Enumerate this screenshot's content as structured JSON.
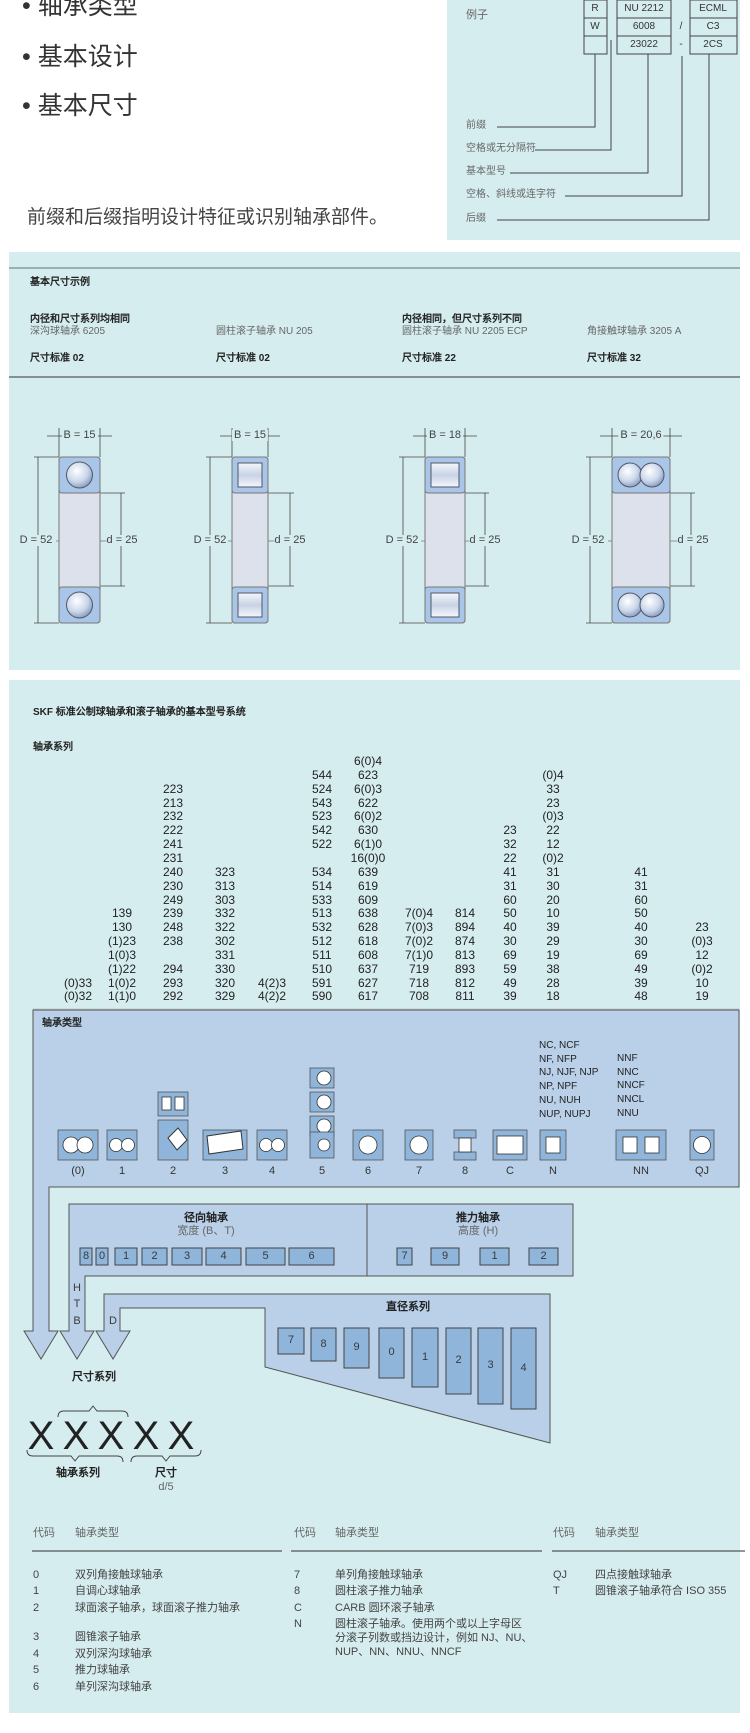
{
  "intro": {
    "bullets": [
      "• 轴承类型",
      "• 基本设计",
      "• 基本尺寸"
    ],
    "description": "前缀和后缀指明设计特征或识别轴承部件。"
  },
  "example": {
    "label": "例子",
    "rows": [
      [
        "R",
        "NU 2212",
        "",
        "ECML"
      ],
      [
        "W",
        "6008",
        "/",
        "C3"
      ],
      [
        "",
        "23022",
        "-",
        "2CS"
      ]
    ],
    "legend": [
      "前缀",
      "空格或无分隔符",
      "基本型号",
      "空格、斜线或连字符",
      "后缀"
    ]
  },
  "dimensions": {
    "title": "基本尺寸示例",
    "groups": [
      {
        "header": "内径和尺寸系列均相同",
        "name": "深沟球轴承 6205",
        "standard": "尺寸标准 02",
        "B": "B = 15",
        "D": "D = 52",
        "d": "d = 25",
        "icon": "deep-groove-ball"
      },
      {
        "header": "",
        "name": "圆柱滚子轴承 NU 205",
        "standard": "尺寸标准 02",
        "B": "B = 15",
        "D": "D = 52",
        "d": "d = 25",
        "icon": "cylindrical-roller"
      },
      {
        "header": "内径相同，但尺寸系列不同",
        "name": "圆柱滚子轴承 NU 2205 ECP",
        "standard": "尺寸标准 22",
        "B": "B = 18",
        "D": "D = 52",
        "d": "d = 25",
        "icon": "cylindrical-roller"
      },
      {
        "header": "",
        "name": "角接触球轴承 3205 A",
        "standard": "尺寸标准 32",
        "B": "B = 20,6",
        "D": "D = 52",
        "d": "d = 25",
        "icon": "double-row-ball"
      }
    ]
  },
  "system": {
    "title": "SKF 标准公制球轴承和滚子轴承的基本型号系统",
    "series_label": "轴承系列",
    "series_columns": [
      {
        "start": 16,
        "codes": [
          "(0)33",
          "(0)32"
        ]
      },
      {
        "start": 11,
        "codes": [
          "139",
          "130",
          "(1)23",
          "1(0)3",
          "(1)22",
          "1(0)2",
          "1(1)0"
        ]
      },
      {
        "start": 2,
        "codes": [
          "223",
          "213",
          "232",
          "222",
          "241",
          "231",
          "240",
          "230",
          "249",
          "239",
          "248",
          "238",
          "",
          "294",
          "293",
          "292"
        ]
      },
      {
        "start": 8,
        "codes": [
          "323",
          "313",
          "303",
          "332",
          "322",
          "302",
          "331",
          "330",
          "320",
          "329"
        ]
      },
      {
        "start": 16,
        "codes": [
          "4(2)3",
          "4(2)2"
        ]
      },
      {
        "start": 1,
        "codes": [
          "544",
          "524",
          "543",
          "523",
          "542",
          "522",
          "",
          "534",
          "514",
          "533",
          "513",
          "532",
          "512",
          "511",
          "510",
          "591",
          "590"
        ]
      },
      {
        "start": 0,
        "codes": [
          "6(0)4",
          "623",
          "6(0)3",
          "622",
          "6(0)2",
          "630",
          "6(1)0",
          "16(0)0",
          "639",
          "619",
          "609",
          "638",
          "628",
          "618",
          "608",
          "637",
          "627",
          "617"
        ]
      },
      {
        "start": 11,
        "codes": [
          "7(0)4",
          "7(0)3",
          "7(0)2",
          "7(1)0",
          "719",
          "718",
          "708"
        ]
      },
      {
        "start": 11,
        "codes": [
          "814",
          "894",
          "874",
          "813",
          "893",
          "812",
          "811"
        ]
      },
      {
        "start": 5,
        "codes": [
          "23",
          "32",
          "22",
          "41",
          "31",
          "60",
          "50",
          "40",
          "30",
          "69",
          "59",
          "49",
          "39"
        ]
      },
      {
        "start": 1,
        "codes": [
          "(0)4",
          "33",
          "23",
          "(0)3",
          "22",
          "12",
          "(0)2",
          "31",
          "30",
          "20",
          "10",
          "39",
          "29",
          "19",
          "38",
          "28",
          "18"
        ]
      },
      {
        "start": 8,
        "codes": [
          "41",
          "31",
          "60",
          "50",
          "40",
          "30",
          "69",
          "49",
          "39",
          "48"
        ]
      },
      {
        "start": 12,
        "codes": [
          "23",
          "(0)3",
          "12",
          "(0)2",
          "10",
          "19"
        ]
      }
    ],
    "types_label": "轴承类型",
    "types": [
      {
        "code": "(0)",
        "icon": "double-row-angular-ball"
      },
      {
        "code": "1",
        "icon": "self-aligning-ball"
      },
      {
        "code": "2",
        "icon": "spherical-roller"
      },
      {
        "code": "3",
        "icon": "taper-roller"
      },
      {
        "code": "4",
        "icon": "double-row-deep-groove-ball"
      },
      {
        "code": "5",
        "icon": "thrust-ball"
      },
      {
        "code": "6",
        "icon": "deep-groove-ball"
      },
      {
        "code": "7",
        "icon": "angular-contact-ball"
      },
      {
        "code": "8",
        "icon": "cylindrical-roller-thrust"
      },
      {
        "code": "C",
        "icon": "carb-toroidal-roller"
      },
      {
        "code": "N",
        "icon": "cylindrical-roller"
      },
      {
        "code": "NN",
        "icon": "double-row-cylindrical-roller"
      },
      {
        "code": "QJ",
        "icon": "four-point-contact-ball"
      }
    ],
    "n_variants": [
      "NC, NCF",
      "NF, NFP",
      "NJ, NJF, NJP",
      "NP, NPF",
      "NU, NUH",
      "NUP, NUPJ"
    ],
    "nn_variants": [
      "NNF",
      "NNC",
      "NNCF",
      "NNCL",
      "NNU"
    ],
    "radial": {
      "title": "径向轴承",
      "subtitle": "宽度 (B、T)",
      "codes": [
        "8",
        "0",
        "1",
        "2",
        "3",
        "4",
        "5",
        "6"
      ]
    },
    "thrust": {
      "title": "推力轴承",
      "subtitle": "高度 (H)",
      "codes": [
        "7",
        "9",
        "1",
        "2"
      ]
    },
    "width_letters": [
      "H",
      "T",
      "B"
    ],
    "diameter_letter": "D",
    "diameter": {
      "title": "直径系列",
      "codes": [
        "7",
        "8",
        "9",
        "0",
        "1",
        "2",
        "3",
        "4"
      ]
    },
    "dimension_series_label": "尺寸系列",
    "placeholders": [
      "X",
      "X",
      "X",
      "X",
      "X"
    ],
    "bearing_series_label": "轴承系列",
    "size_label": "尺寸",
    "size_sub": "d/5"
  },
  "legend_table": {
    "header_code": "代码",
    "header_type": "轴承类型",
    "groups": [
      [
        {
          "code": "0",
          "type": [
            "双列角接触球轴承"
          ]
        },
        {
          "code": "1",
          "type": [
            "自调心球轴承"
          ]
        },
        {
          "code": "2",
          "type": [
            "球面滚子轴承，球面滚子推力轴承"
          ]
        },
        {
          "code": "3",
          "type": [
            "圆锥滚子轴承"
          ]
        },
        {
          "code": "4",
          "type": [
            "双列深沟球轴承"
          ]
        },
        {
          "code": "5",
          "type": [
            "推力球轴承"
          ]
        },
        {
          "code": "6",
          "type": [
            "单列深沟球轴承"
          ]
        }
      ],
      [
        {
          "code": "7",
          "type": [
            "单列角接触球轴承"
          ]
        },
        {
          "code": "8",
          "type": [
            "圆柱滚子推力轴承"
          ]
        },
        {
          "code": "C",
          "type": [
            "CARB 圆环滚子轴承"
          ]
        },
        {
          "code": "N",
          "type": [
            "圆柱滚子轴承。使用两个或以上字母区",
            "分滚子列数或挡边设计，例如 NJ、NU、",
            "NUP、NN、NNU、NNCF"
          ]
        }
      ],
      [
        {
          "code": "QJ",
          "type": [
            "四点接触球轴承"
          ]
        },
        {
          "code": "T",
          "type": [
            "圆锥滚子轴承符合 ISO 355"
          ]
        }
      ]
    ]
  },
  "colors": {
    "panel": "#d6edef",
    "type_box": "#b9d0e8",
    "code_box": "#8fb5da",
    "ring": "#a9c6e8",
    "line": "#555555"
  }
}
